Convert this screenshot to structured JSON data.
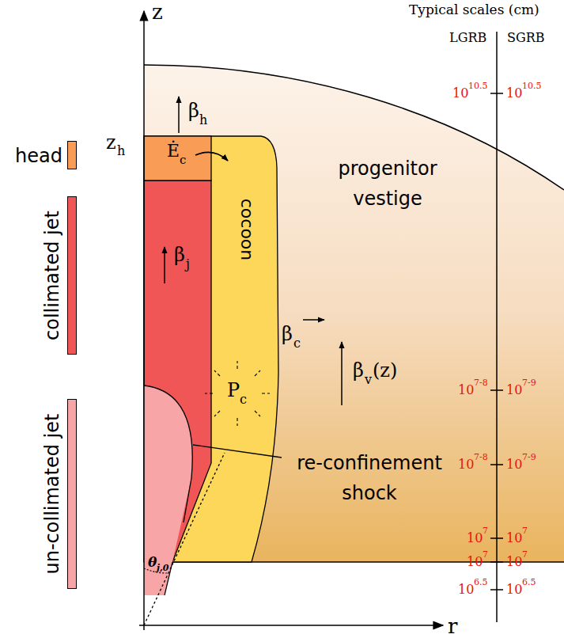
{
  "diagram": {
    "nodes": [
      {
        "text": [
          "progenitor vestige"
        ]
      },
      {
        "text": [
          "cocoon"
        ],
        "in": 0
      }
    ],
    "labels": [
      "Typical scales (cm)",
      "LGRB",
      "SGRB",
      "z",
      "r",
      "z",
      "h",
      "β",
      "h",
      "Ė",
      "c",
      "β",
      "j",
      "β",
      "c",
      "β",
      "v",
      "(z)",
      "P",
      "c",
      "re-confinement shock",
      "θ",
      "j,0",
      "10",
      "10.5",
      "10",
      "10.5",
      "10",
      "7-8",
      "10",
      "7-9",
      "10",
      "7-8",
      "10",
      "7-9",
      "10",
      "7",
      "10",
      "7",
      "10",
      "7",
      "10",
      "7",
      "10",
      "6.5",
      "10",
      "6.5"
    ],
    "legend": [
      {
        "text": "head",
        "color": "#f89c56"
      },
      {
        "text": "collimated jet",
        "color": "#f05656"
      },
      {
        "text": "un-collimated jet",
        "color": "#f8a5a8"
      }
    ]
  }
}
